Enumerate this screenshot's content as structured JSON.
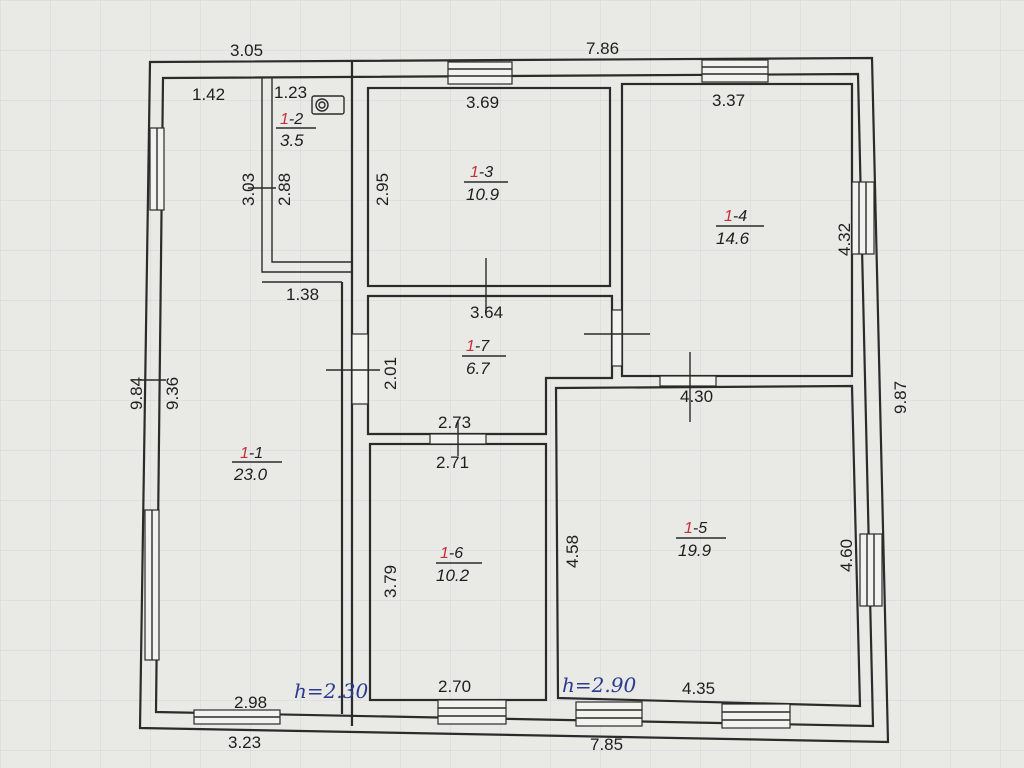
{
  "plan": {
    "dims": {
      "top_left_outer": "3.05",
      "top_right_outer": "7.86",
      "r1_top": "1.42",
      "r2_top": "1.23",
      "r2_h_outer": "3.03",
      "r2_h_inner": "2.88",
      "r3_top": "3.69",
      "r3_side": "2.95",
      "r4_top": "3.37",
      "r4_side": "4.32",
      "r1_mid": "1.38",
      "r7_top": "3.64",
      "r7_side": "2.01",
      "r7_bottom": "2.73",
      "r4_bottom": "4.30",
      "left_outer": "9.84",
      "left_inner": "9.36",
      "right_outer": "9.87",
      "r6_top": "2.71",
      "r6_side": "3.79",
      "r5_side_left": "4.58",
      "r5_side_right": "4.60",
      "r1_bottom": "2.98",
      "r6_bottom": "2.70",
      "r5_bottom": "4.35",
      "bottom_left_outer": "3.23",
      "bottom_right_outer": "7.85"
    },
    "rooms": [
      {
        "id_prefix": "1",
        "id_suffix": "-1",
        "area": "23.0"
      },
      {
        "id_prefix": "1",
        "id_suffix": "-2",
        "area": "3.5"
      },
      {
        "id_prefix": "1",
        "id_suffix": "-3",
        "area": "10.9"
      },
      {
        "id_prefix": "1",
        "id_suffix": "-4",
        "area": "14.6"
      },
      {
        "id_prefix": "1",
        "id_suffix": "-5",
        "area": "19.9"
      },
      {
        "id_prefix": "1",
        "id_suffix": "-6",
        "area": "10.2"
      },
      {
        "id_prefix": "1",
        "id_suffix": "-7",
        "area": "6.7"
      }
    ],
    "heights": {
      "left": "h=2.30",
      "right": "h=2.90"
    },
    "colors": {
      "line": "#2b2b2b",
      "room_number": "#c6303a",
      "handwriting": "#2b3b8f"
    }
  }
}
